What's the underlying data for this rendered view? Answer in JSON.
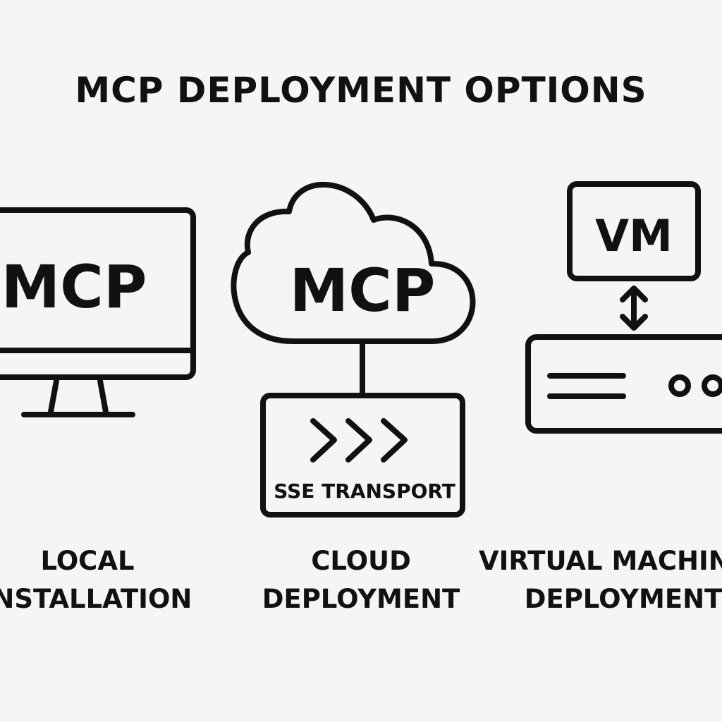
{
  "title": "MCP DEPLOYMENT OPTIONS",
  "options": [
    {
      "screen_label": "MCP",
      "caption_line1": "LOCAL",
      "caption_line2": "INSTALLATION"
    },
    {
      "cloud_label": "MCP",
      "transport_label": "SSE TRANSPORT",
      "caption_line1": "CLOUD",
      "caption_line2": "DEPLOYMENT"
    },
    {
      "vm_label": "VM",
      "caption_line1": "VIRTUAL MACHINE",
      "caption_line2": "DEPLOYMENT"
    }
  ]
}
